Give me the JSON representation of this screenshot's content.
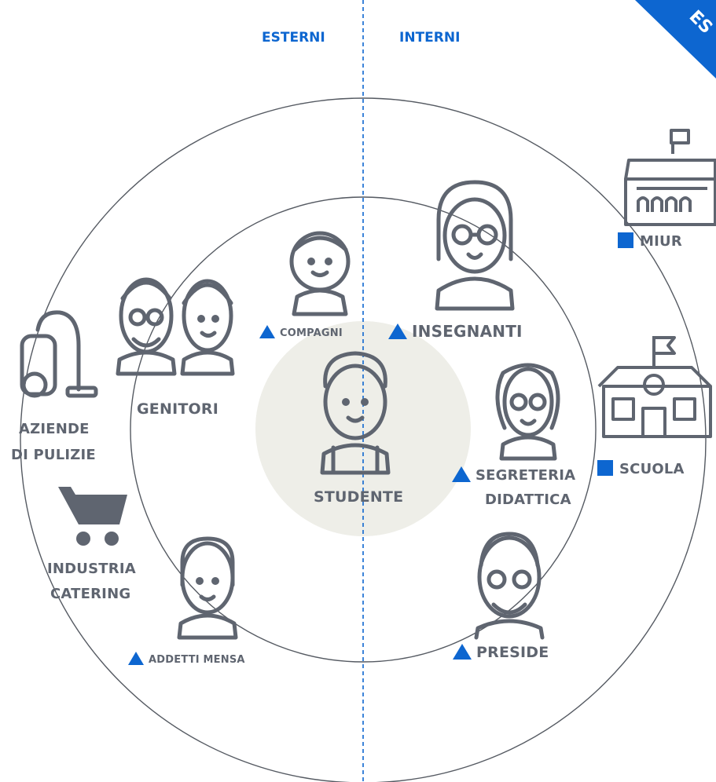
{
  "colors": {
    "accent": "#0d66d0",
    "icon": "#5f6570",
    "center": "#eeeee8",
    "ring": "#555a62"
  },
  "sections": {
    "external": "ESTERNI",
    "internal": "INTERNI"
  },
  "corner": {
    "text": "ES"
  },
  "center": {
    "label": "STUDENTE",
    "icon": "student-icon"
  },
  "stakeholders": {
    "compagni": {
      "label": "COMPAGNI",
      "marker": "triangle",
      "icon": "child-icon"
    },
    "insegnanti": {
      "label": "INSEGNANTI",
      "marker": "triangle",
      "icon": "teacher-icon"
    },
    "genitori": {
      "label": "GENITORI",
      "icon": "parents-icon"
    },
    "segreteria": {
      "line1": "SEGRETERIA",
      "line2": "DIDATTICA",
      "marker": "triangle",
      "icon": "secretary-icon"
    },
    "addetti_mensa": {
      "label": "ADDETTI MENSA",
      "marker": "triangle",
      "icon": "canteen-worker-icon"
    },
    "preside": {
      "label": "PRESIDE",
      "marker": "triangle",
      "icon": "principal-icon"
    },
    "miur": {
      "label": "MIUR",
      "marker": "square",
      "icon": "ministry-building-icon"
    },
    "scuola": {
      "label": "SCUOLA",
      "marker": "square",
      "icon": "school-building-icon"
    },
    "aziende_pulizie": {
      "line1": "AZIENDE",
      "line2": "DI PULIZIE",
      "icon": "vacuum-cleaner-icon"
    },
    "industria_catering": {
      "line1": "INDUSTRIA",
      "line2": "CATERING",
      "icon": "cart-icon"
    }
  }
}
